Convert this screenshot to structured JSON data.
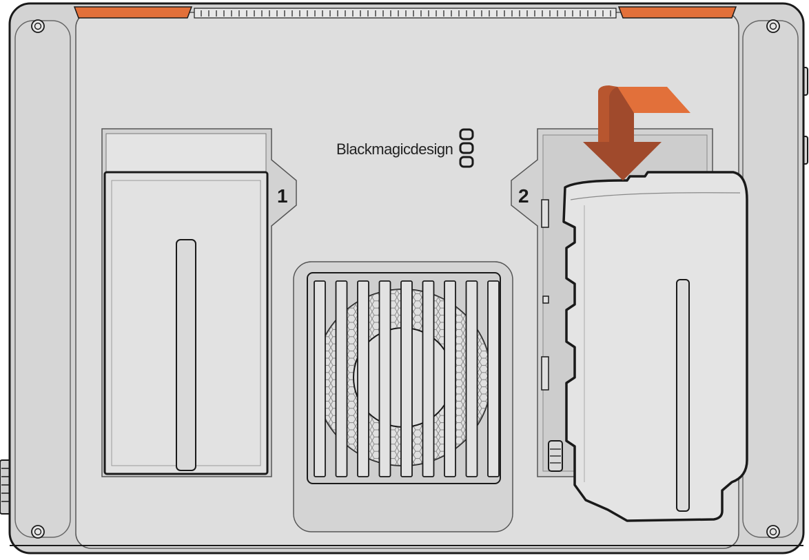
{
  "brand": {
    "name": "Blackmagicdesign"
  },
  "slots": [
    {
      "number": "1",
      "state": "battery installed"
    },
    {
      "number": "2",
      "state": "battery being inserted"
    }
  ],
  "colors": {
    "housing": "#dcdcdc",
    "housing_dark": "#c6c6c6",
    "outline": "#1a1a1a",
    "accent_orange": "#e2703a",
    "arrow_dark": "#a04a2c",
    "battery": "#e3e3e3"
  },
  "icons": [
    "corner-screw-icon",
    "blackmagic-logo-icon",
    "insert-arrow-icon",
    "fan-icon",
    "connector-icon"
  ]
}
